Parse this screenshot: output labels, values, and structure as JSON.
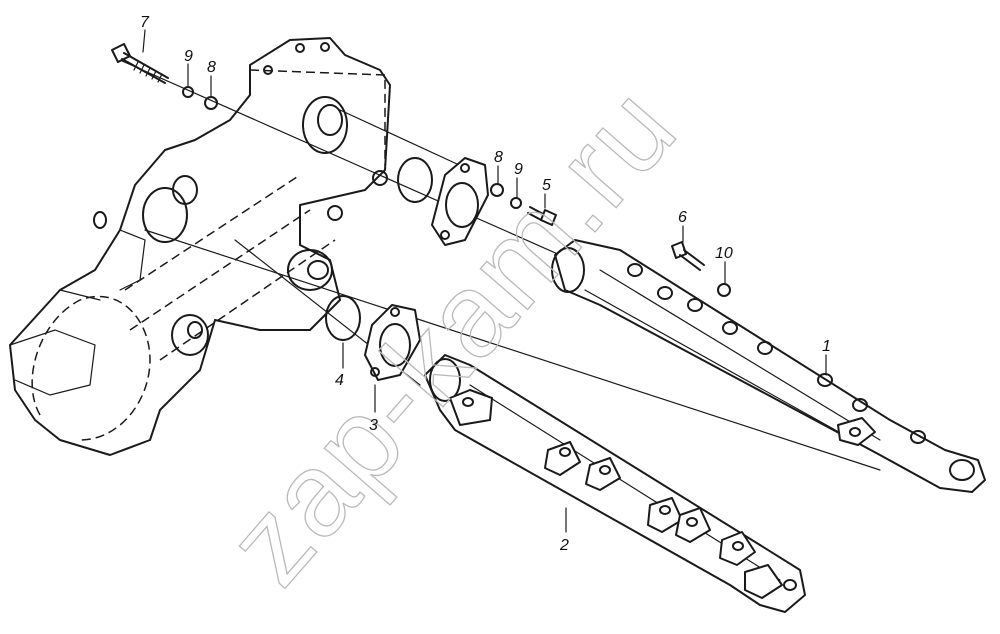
{
  "watermark": "zap-kam.ru",
  "callouts": {
    "c1": "1",
    "c2": "2",
    "c3": "3",
    "c4": "4",
    "c5": "5",
    "c6": "6",
    "c7": "7",
    "c8a": "8",
    "c8b": "8",
    "c9a": "9",
    "c9b": "9",
    "c10": "10"
  },
  "colors": {
    "line": "#1a1a1a",
    "watermark": "#b9b9b9",
    "background": "#ffffff"
  }
}
